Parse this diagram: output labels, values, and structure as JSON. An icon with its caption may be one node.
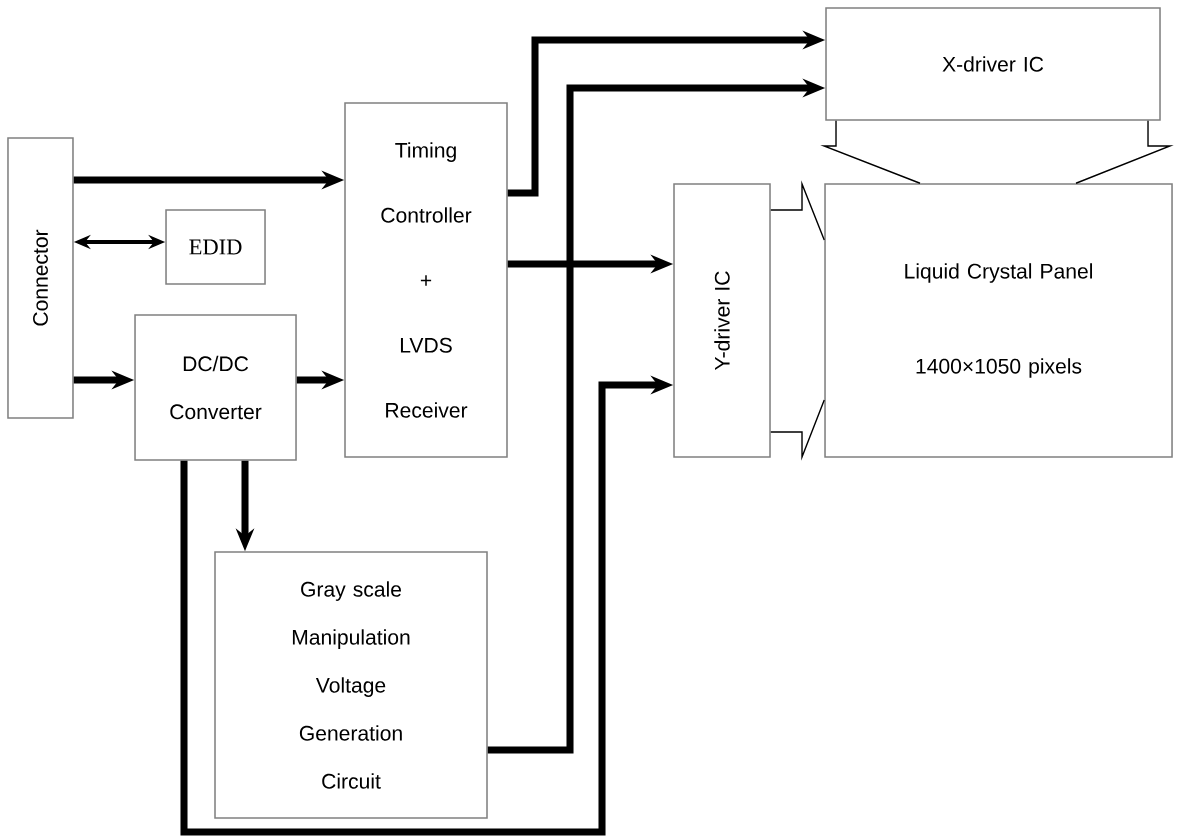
{
  "diagram": {
    "nodes": [
      {
        "text": [
          "Connector"
        ]
      },
      {
        "text": [
          "EDID"
        ]
      },
      {
        "text": [
          "DC/DC Converter"
        ]
      },
      {
        "text": [
          "Timing Controller + LVDS Receiver"
        ]
      },
      {
        "text": [
          "X-driver IC"
        ]
      },
      {
        "text": [
          "Y-driver IC"
        ]
      },
      {
        "text": [
          "Liquid Crystal Panel",
          "1400×1050 pixels"
        ]
      },
      {
        "text": [
          "Gray scale Manipulation Voltage Generation Circuit"
        ]
      }
    ],
    "edges": [
      {
        "from": 0,
        "to": 3,
        "arrow": "to"
      },
      {
        "from": 0,
        "to": 1,
        "arrow": "both"
      },
      {
        "from": 0,
        "to": 2,
        "arrow": "to"
      },
      {
        "from": 2,
        "to": 3,
        "arrow": "to"
      },
      {
        "from": 3,
        "to": 4,
        "arrow": "to"
      },
      {
        "from": 7,
        "to": 4,
        "arrow": "to"
      },
      {
        "from": 3,
        "to": 5,
        "arrow": "to"
      },
      {
        "from": 2,
        "to": 5,
        "arrow": "to"
      },
      {
        "from": 2,
        "to": 7,
        "arrow": "to"
      },
      {
        "from": 4,
        "to": 6,
        "arrow": "none"
      },
      {
        "from": 5,
        "to": 6,
        "arrow": "none"
      }
    ]
  }
}
